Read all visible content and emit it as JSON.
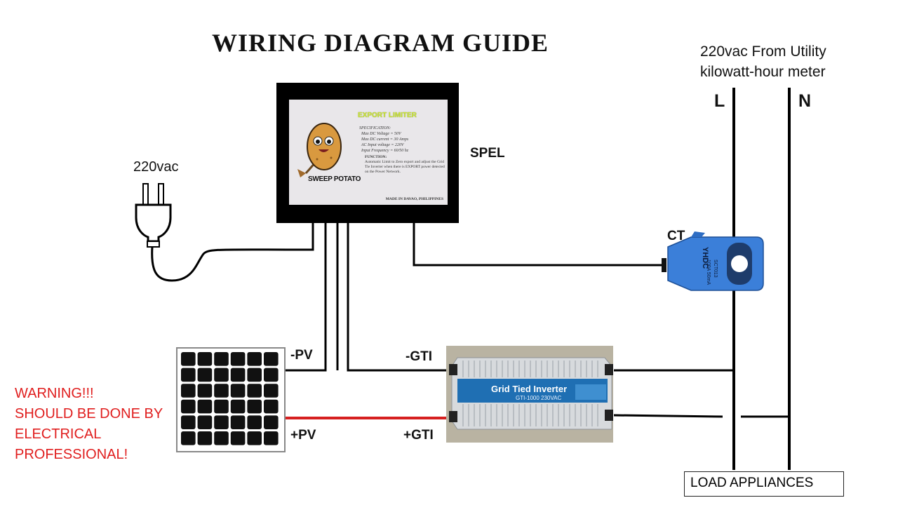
{
  "title": "WIRING DIAGRAM GUIDE",
  "utility": {
    "line1": "220vac From Utility",
    "line2": "kilowatt-hour meter",
    "l_label": "L",
    "n_label": "N"
  },
  "plug_label": "220vac",
  "spel": {
    "label": "SPEL",
    "card": {
      "title": "EXPORT LIMITER",
      "spec": "SPECIFICATION:\n  Max DC Voltage = 50V\n  Max DC current = 30 Amps\n  AC Input voltage = 220V\n  Input Frequency = 60/50 hz",
      "function_heading": "FUNCTION:",
      "function_text": "Automatic Limit to Zero export and adjust the Grid Tie Inverter when there is EXPORT power detected on the Power Network.",
      "brand": "SWEEP POTATO",
      "made_in": "MADE IN DAVAO, PHILIPPINES"
    }
  },
  "ct": {
    "label": "CT",
    "brand": "YHDC",
    "model": "SCT013",
    "rating": "100A 50mA"
  },
  "pv": {
    "neg_label": "-PV",
    "pos_label": "+PV"
  },
  "gti": {
    "neg_label": "-GTI",
    "pos_label": "+GTI",
    "device_title": "Grid Tied Inverter",
    "device_model": "GTI-1000 230VAC"
  },
  "warning": "WARNING!!!\nSHOULD BE DONE BY\nELECTRICAL\nPROFESSIONAL!",
  "load_label": "LOAD APPLIANCES",
  "colors": {
    "wire": "#000000",
    "positive_wire": "#d62020",
    "warning": "#e01e1e",
    "ct_body": "#3b7fd9",
    "card_title": "#c9e33a",
    "inverter_band": "#1f6fb3"
  }
}
